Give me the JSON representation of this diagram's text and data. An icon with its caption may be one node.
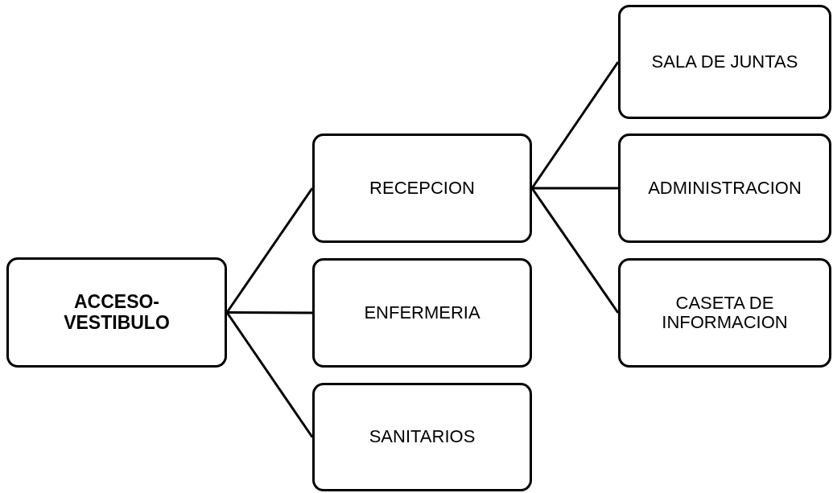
{
  "diagram": {
    "nodes": [
      {
        "text": [
          "ACCESO-VESTIBULO"
        ]
      },
      {
        "text": [
          "RECEPCION"
        ]
      },
      {
        "text": [
          "ENFERMERIA"
        ]
      },
      {
        "text": [
          "SANITARIOS"
        ]
      },
      {
        "text": [
          "SALA DE JUNTAS"
        ]
      },
      {
        "text": [
          "ADMINISTRACION"
        ]
      },
      {
        "text": [
          "CASETA DE INFORMACION"
        ]
      }
    ],
    "edges": [
      {
        "from": 0,
        "to": 1,
        "arrow": "none"
      },
      {
        "from": 0,
        "to": 2,
        "arrow": "none"
      },
      {
        "from": 0,
        "to": 3,
        "arrow": "none"
      },
      {
        "from": 1,
        "to": 4,
        "arrow": "none"
      },
      {
        "from": 1,
        "to": 5,
        "arrow": "none"
      },
      {
        "from": 1,
        "to": 6,
        "arrow": "none"
      }
    ]
  }
}
